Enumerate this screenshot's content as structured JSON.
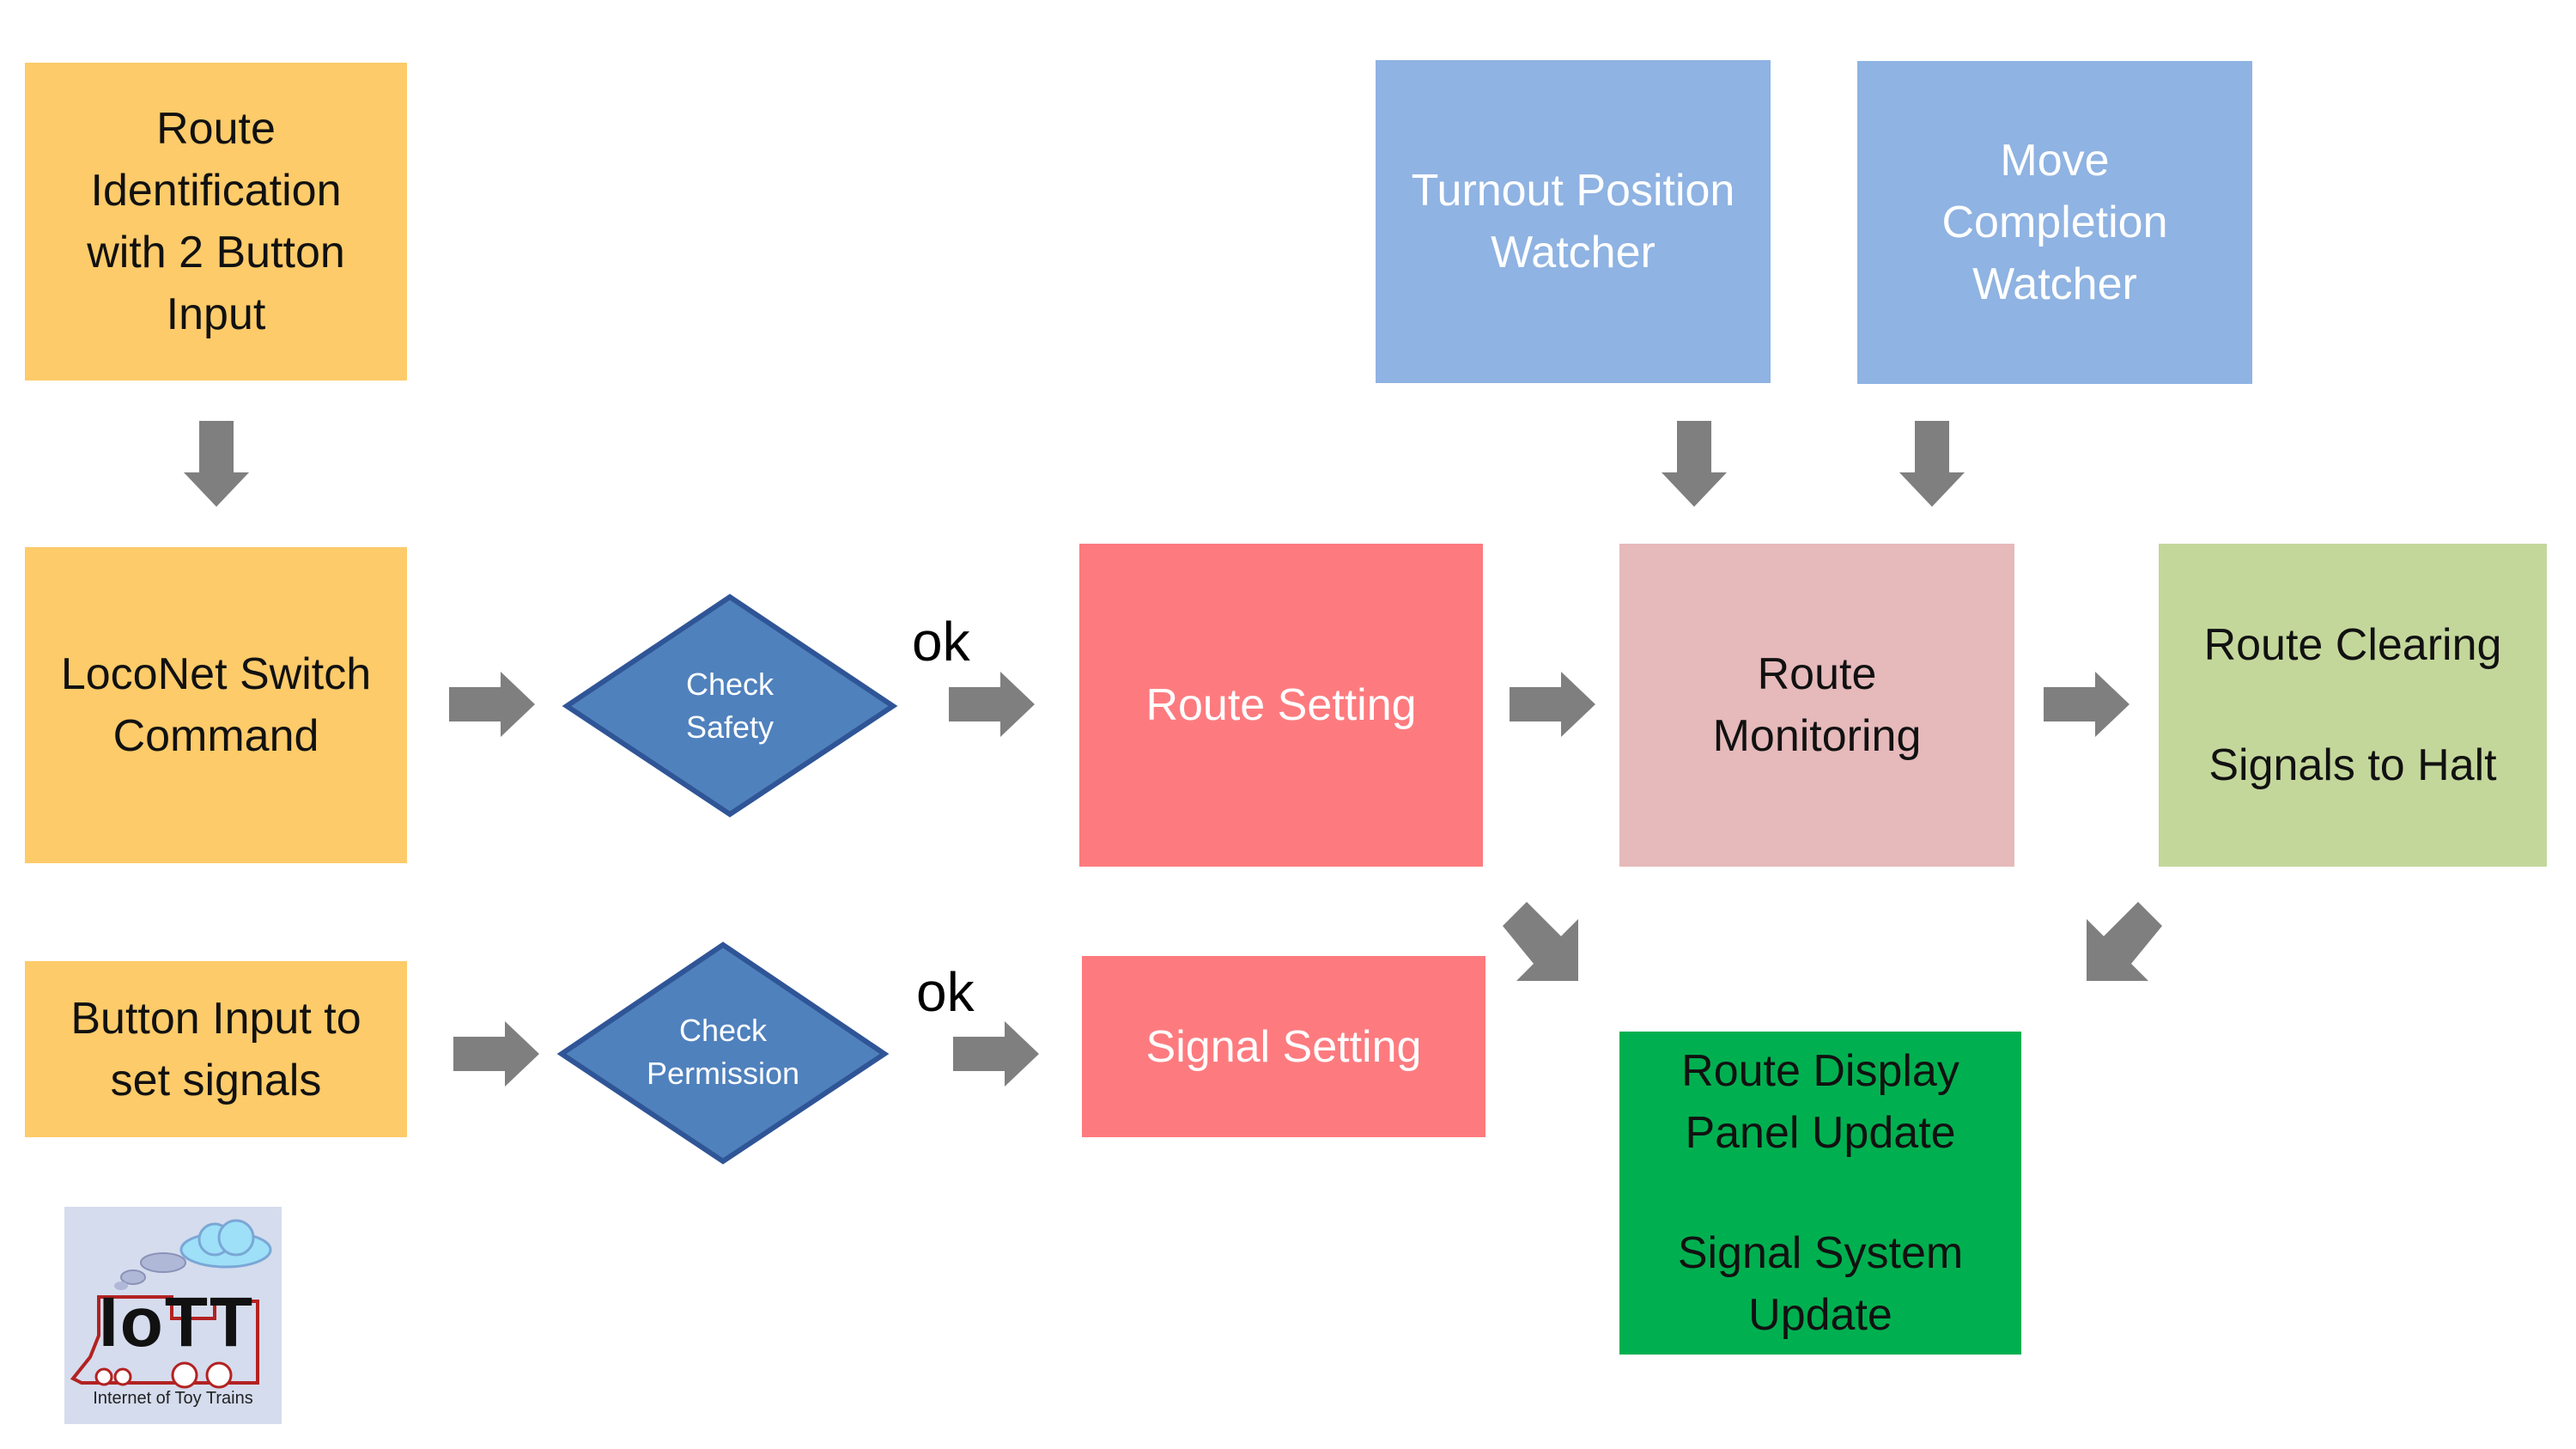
{
  "colors": {
    "input": "#fdcb69",
    "watcher": "#8fb3e2",
    "setting": "#fd7b7f",
    "monitoring": "#e6b9ba",
    "clearing": "#c4d79b",
    "display": "#00b050",
    "decision": "#4f81bd",
    "arrow": "#7f7f7f"
  },
  "boxes": {
    "route_id": [
      "Route",
      "Identification",
      "with 2 Button",
      "Input"
    ],
    "loconet": [
      "LocoNet Switch",
      "Command"
    ],
    "button_signals": [
      "Button Input to",
      "set signals"
    ],
    "turnout_watcher": [
      "Turnout Position",
      "Watcher"
    ],
    "move_watcher": [
      "Move",
      "Completion",
      "Watcher"
    ],
    "route_setting": "Route Setting",
    "signal_setting": "Signal Setting",
    "route_monitoring": [
      "Route",
      "Monitoring"
    ],
    "route_clearing": [
      "Route Clearing",
      "Signals to Halt"
    ],
    "display_update": [
      "Route Display",
      "Panel Update",
      "Signal System",
      "Update"
    ]
  },
  "decisions": {
    "check_safety": [
      "Check",
      "Safety"
    ],
    "check_permission": [
      "Check",
      "Permission"
    ]
  },
  "labels": {
    "ok_top": "ok",
    "ok_bottom": "ok"
  },
  "logo": {
    "word": "IoTT",
    "caption": "Internet of Toy Trains"
  }
}
